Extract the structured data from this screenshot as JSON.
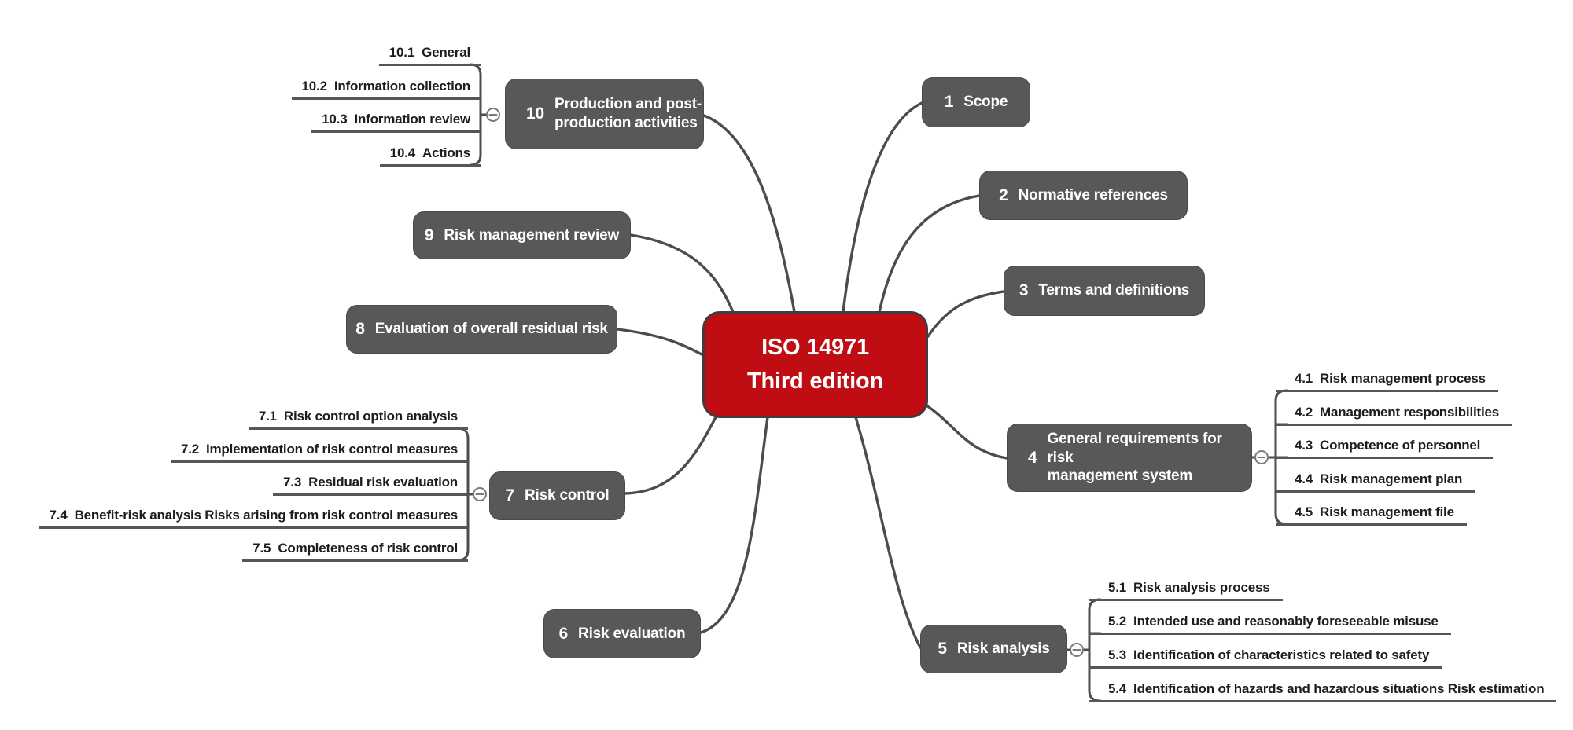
{
  "diagram": {
    "center": {
      "title_line1": "ISO 14971",
      "title_line2": "Third edition"
    },
    "topics": [
      {
        "number": "1",
        "label": "Scope",
        "children": []
      },
      {
        "number": "2",
        "label": "Normative references",
        "children": []
      },
      {
        "number": "3",
        "label": "Terms and definitions",
        "children": []
      },
      {
        "number": "4",
        "label": "General requirements for risk\nmanagement system",
        "children": [
          {
            "number": "4.1",
            "label": "Risk management process"
          },
          {
            "number": "4.2",
            "label": "Management responsibilities"
          },
          {
            "number": "4.3",
            "label": "Competence of personnel"
          },
          {
            "number": "4.4",
            "label": "Risk management plan"
          },
          {
            "number": "4.5",
            "label": "Risk management file"
          }
        ]
      },
      {
        "number": "5",
        "label": "Risk analysis",
        "children": [
          {
            "number": "5.1",
            "label": "Risk analysis process"
          },
          {
            "number": "5.2",
            "label": "Intended use and reasonably foreseeable misuse"
          },
          {
            "number": "5.3",
            "label": "Identification of characteristics related to safety"
          },
          {
            "number": "5.4",
            "label": "Identification of hazards and hazardous situations Risk estimation"
          }
        ]
      },
      {
        "number": "6",
        "label": "Risk evaluation",
        "children": []
      },
      {
        "number": "7",
        "label": "Risk control",
        "children": [
          {
            "number": "7.1",
            "label": "Risk control option analysis"
          },
          {
            "number": "7.2",
            "label": "Implementation of risk control measures"
          },
          {
            "number": "7.3",
            "label": "Residual risk evaluation"
          },
          {
            "number": "7.4",
            "label": "Benefit-risk analysis Risks arising from risk control measures"
          },
          {
            "number": "7.5",
            "label": "Completeness of risk control"
          }
        ]
      },
      {
        "number": "8",
        "label": "Evaluation of overall residual risk",
        "children": []
      },
      {
        "number": "9",
        "label": "Risk management review",
        "children": []
      },
      {
        "number": "10",
        "label": "Production and post-\nproduction activities",
        "children": [
          {
            "number": "10.1",
            "label": "General"
          },
          {
            "number": "10.2",
            "label": "Information collection"
          },
          {
            "number": "10.3",
            "label": "Information review"
          },
          {
            "number": "10.4",
            "label": "Actions"
          }
        ]
      }
    ],
    "colors": {
      "center_fill": "#c00d13",
      "topic_fill": "#58585a",
      "topic_text": "#ffffff",
      "subtopic_text": "#1d1d1d",
      "connector": "#4c4c4e"
    }
  }
}
